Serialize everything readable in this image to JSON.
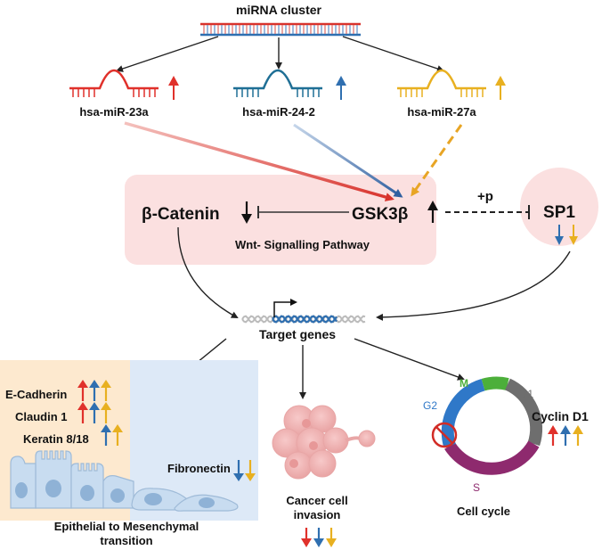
{
  "cluster": {
    "title": "miRNA cluster"
  },
  "mirnas": [
    {
      "name": "hsa-miR-23a",
      "color": "#e0312b",
      "direction": "up"
    },
    {
      "name": "hsa-miR-24-2",
      "color": "#2f6fb0",
      "direction": "up"
    },
    {
      "name": "hsa-miR-27a",
      "color": "#e8b020",
      "direction": "up"
    }
  ],
  "wnt": {
    "catenin": "β-Catenin",
    "gsk": "GSK3β",
    "pathway": "Wnt- Signalling Pathway",
    "phospho": "+p"
  },
  "sp1": {
    "label": "SP1"
  },
  "target": {
    "label": "Target genes"
  },
  "emt": {
    "genes": [
      "E-Cadherin",
      "Claudin 1",
      "Keratin 8/18"
    ],
    "fibronectin": "Fibronectin",
    "title_line1": "Epithelial to Mesenchymal",
    "title_line2": "transition"
  },
  "invasion": {
    "line1": "Cancer cell",
    "line2": "invasion"
  },
  "cycle": {
    "title": "Cell cycle",
    "cyclin": "Cyclin D1",
    "phases": {
      "m": "M",
      "g1": "G1",
      "s": "S",
      "g2": "G2"
    }
  },
  "colors": {
    "red": "#e0312b",
    "blue": "#2f6fb0",
    "yellow": "#e8b020",
    "pink_box": "#fbe0e0",
    "emt_left": "#fde9cf",
    "emt_right": "#dde9f7",
    "phase_m": "#4caf3a",
    "phase_g1": "#6e6e6e",
    "phase_s": "#8e2a6e",
    "phase_g2": "#2f78c8"
  }
}
